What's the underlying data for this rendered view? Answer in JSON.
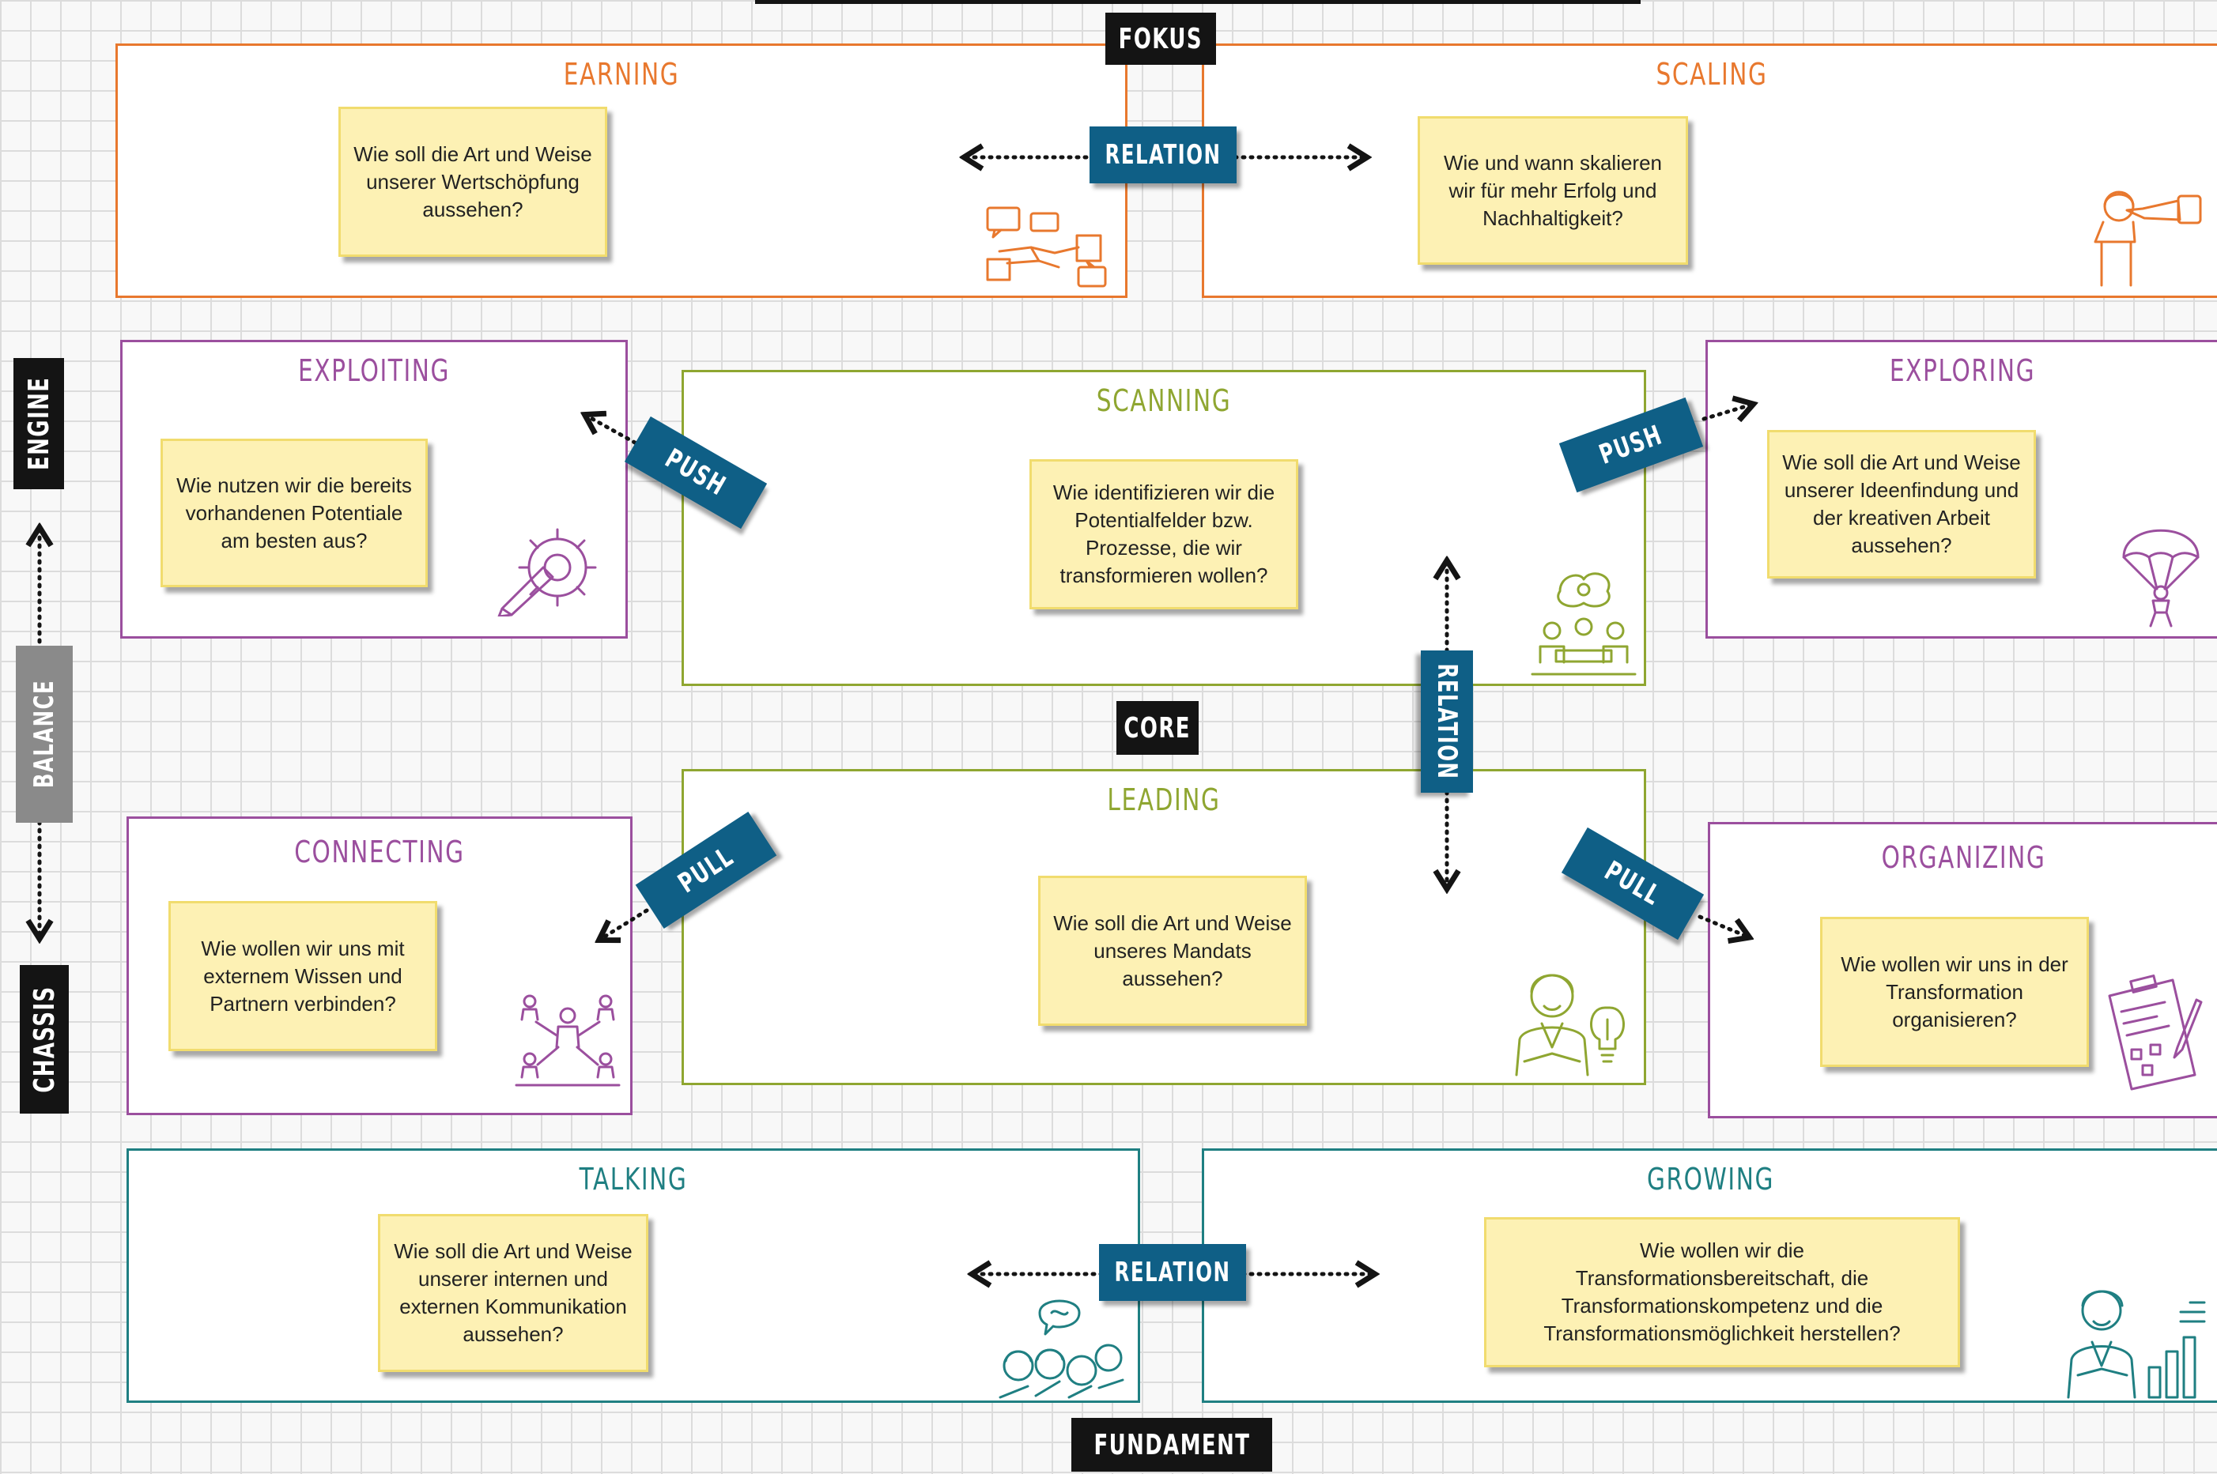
{
  "labels": {
    "fokus": "FOKUS",
    "core": "CORE",
    "fundament": "FUNDAMENT",
    "engine": "ENGINE",
    "balance": "BALANCE",
    "chassis": "CHASSIS",
    "relation": "RELATION",
    "push": "PUSH",
    "pull": "PULL"
  },
  "panels": {
    "earning": {
      "title": "EARNING",
      "question": "Wie soll die Art und Weise\nunserer Wertschöpfung\naussehen?"
    },
    "scaling": {
      "title": "SCALING",
      "question": "Wie und wann skalieren\nwir für mehr Erfolg und\nNachhaltigkeit?"
    },
    "exploiting": {
      "title": "EXPLOITING",
      "question": "Wie nutzen wir die bereits\nvorhandenen Potentiale\nam besten aus?"
    },
    "scanning": {
      "title": "SCANNING",
      "question": "Wie identifizieren wir die\nPotentialfelder bzw.\nProzesse, die wir\ntransformieren wollen?"
    },
    "exploring": {
      "title": "EXPLORING",
      "question": "Wie soll die Art und Weise\nunserer Ideenfindung und\nder kreativen Arbeit\naussehen?"
    },
    "connecting": {
      "title": "CONNECTING",
      "question": "Wie wollen wir uns mit\nexternem Wissen und\nPartnern verbinden?"
    },
    "leading": {
      "title": "LEADING",
      "question": "Wie soll die Art und Weise\nunseres Mandats\naussehen?"
    },
    "organizing": {
      "title": "ORGANIZING",
      "question": "Wie wollen wir uns in der\nTransformation\norganisieren?"
    },
    "talking": {
      "title": "TALKING",
      "question": "Wie soll die Art und Weise\nunserer internen und\nexternen Kommunikation\naussehen?"
    },
    "growing": {
      "title": "GROWING",
      "question": "Wie wollen wir die\nTransformationsbereitschaft, die\nTransformationskompetenz und die\nTransformationsmöglichkeit herstellen?"
    }
  },
  "colors": {
    "orange": "#e8782e",
    "purple": "#9b4f9e",
    "green": "#8fa631",
    "teal": "#1f7f82",
    "tag_blue": "#0f5f86",
    "tag_black": "#141414",
    "tag_grey": "#8a8a8a",
    "note_yellow": "#fdf1b4"
  },
  "icons": {
    "earning": "handshake-chat-icon",
    "scaling": "person-telescope-icon",
    "exploiting": "gear-pencil-icon",
    "scanning": "team-meeting-icon",
    "exploring": "parachute-icon",
    "connecting": "network-people-icon",
    "leading": "leader-lightbulb-icon",
    "organizing": "clipboard-plan-icon",
    "talking": "group-conversation-icon",
    "growing": "person-growth-chart-icon"
  }
}
